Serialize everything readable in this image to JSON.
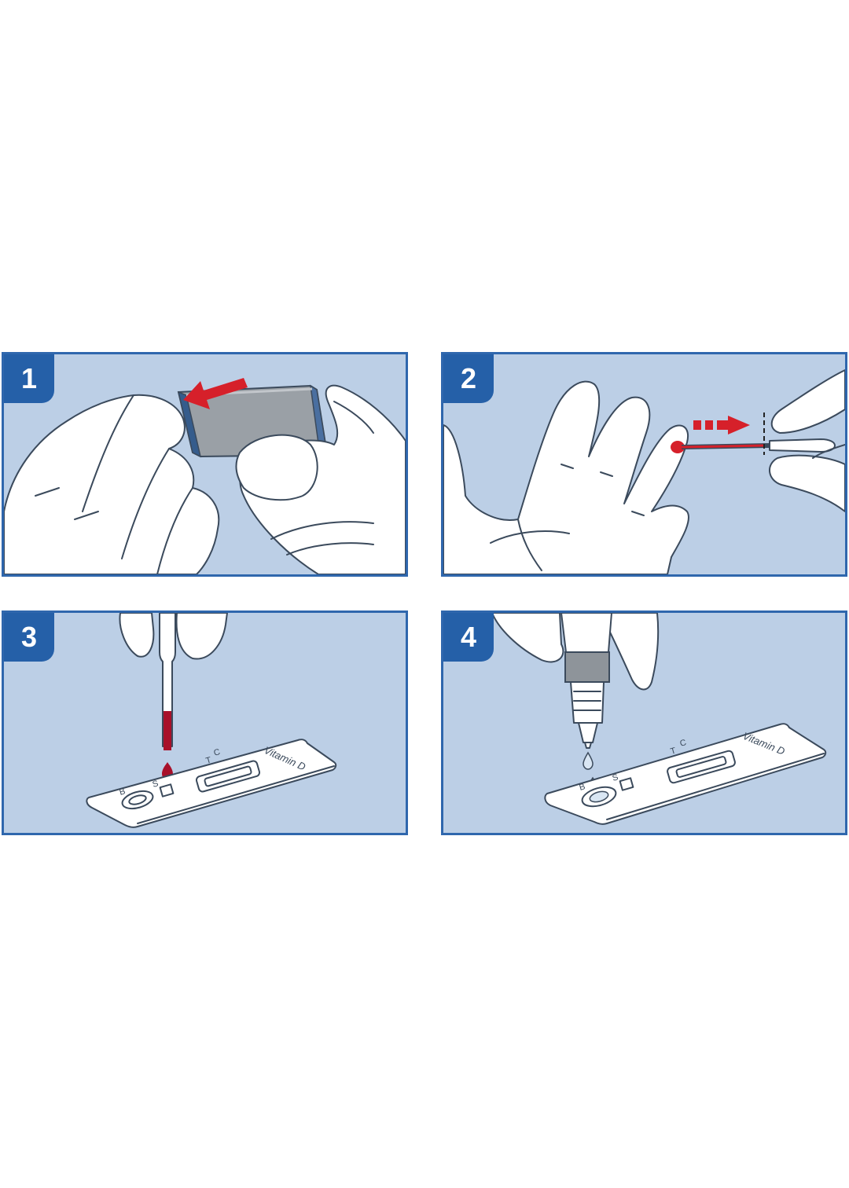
{
  "panels": [
    {
      "number": "1"
    },
    {
      "number": "2"
    },
    {
      "number": "3",
      "cassette": {
        "name": "Vitamin D",
        "c": "C",
        "t": "T",
        "b": "B",
        "s": "S"
      }
    },
    {
      "number": "4",
      "cassette": {
        "name": "Vitamin D",
        "c": "C",
        "t": "T",
        "b": "B",
        "s": "S"
      }
    }
  ],
  "colors": {
    "panel_fill": "#bccfe6",
    "panel_border": "#2f67ad",
    "badge": "#2560a8",
    "accent_red": "#d6202a",
    "blood": "#b5112a",
    "outline": "#3b4a5c"
  },
  "icons": [
    "peel-arrow-icon",
    "dashed-arrow-icon",
    "blood-drop-icon",
    "buffer-drop-icon"
  ]
}
